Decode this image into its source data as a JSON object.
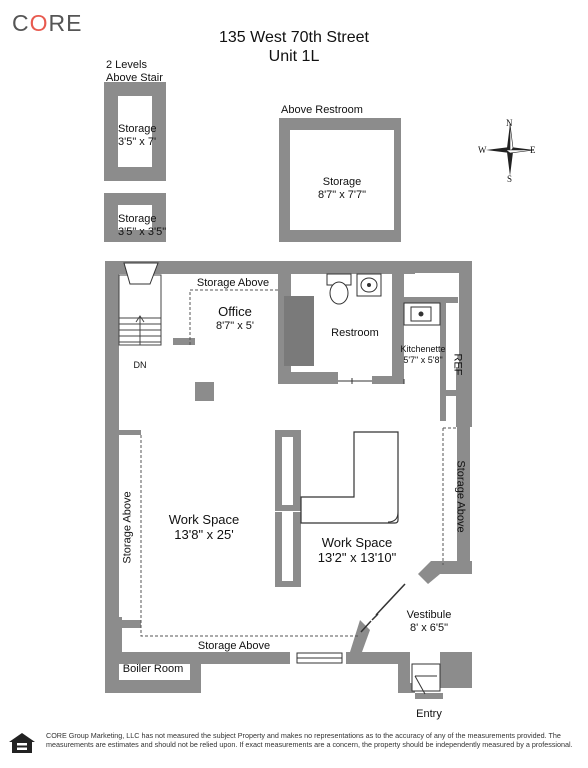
{
  "brand": {
    "logo_prefix": "C",
    "logo_o": "O",
    "logo_suffix": "RE"
  },
  "header": {
    "address": "135 West 70th Street",
    "unit": "Unit 1L"
  },
  "notes": {
    "stair_levels_line1": "2 Levels",
    "stair_levels_line2": "Above Stair",
    "above_restroom": "Above Restroom"
  },
  "compass": {
    "n": "N",
    "s": "S",
    "e": "E",
    "w": "W"
  },
  "rooms": {
    "storage_a": {
      "name": "Storage",
      "dims": "3'5\" x 7'"
    },
    "storage_b": {
      "name": "Storage",
      "dims": "3'5\" x 3'5\""
    },
    "storage_c": {
      "name": "Storage",
      "dims": "8'7\" x 7'7\""
    },
    "office": {
      "name": "Office",
      "dims": "8'7\" x 5'"
    },
    "restroom": {
      "name": "Restroom"
    },
    "kitchenette": {
      "name": "Kitchenette",
      "dims": "5'7\" x 5'8\""
    },
    "ref": "REF",
    "work_space_1": {
      "name": "Work Space",
      "dims": "13'8\" x 25'"
    },
    "work_space_2": {
      "name": "Work Space",
      "dims": "13'2\" x 13'10\""
    },
    "vestibule": {
      "name": "Vestibule",
      "dims": "8' x 6'5\""
    },
    "boiler_room": "Boiler Room",
    "entry": "Entry"
  },
  "annotations": {
    "storage_above_top": "Storage Above",
    "storage_above_left": "Storage Above",
    "storage_above_right": "Storage Above",
    "storage_above_bottom": "Storage Above",
    "stair_dn": "DN"
  },
  "footer": {
    "disclaimer": "CORE Group Marketing, LLC has not measured the subject Property and makes no representations as to the accuracy of any of the measurements provided. The measurements are estimates and should not be relied upon. If exact measurements are a concern, the property should be independently measured by a professional."
  },
  "colors": {
    "wall": "#8c8c8c",
    "wall_dark": "#7a7a7a",
    "accent": "#e85a4f"
  },
  "icons": {
    "equal_housing": "equal-housing-icon",
    "compass": "compass-rose-icon"
  }
}
